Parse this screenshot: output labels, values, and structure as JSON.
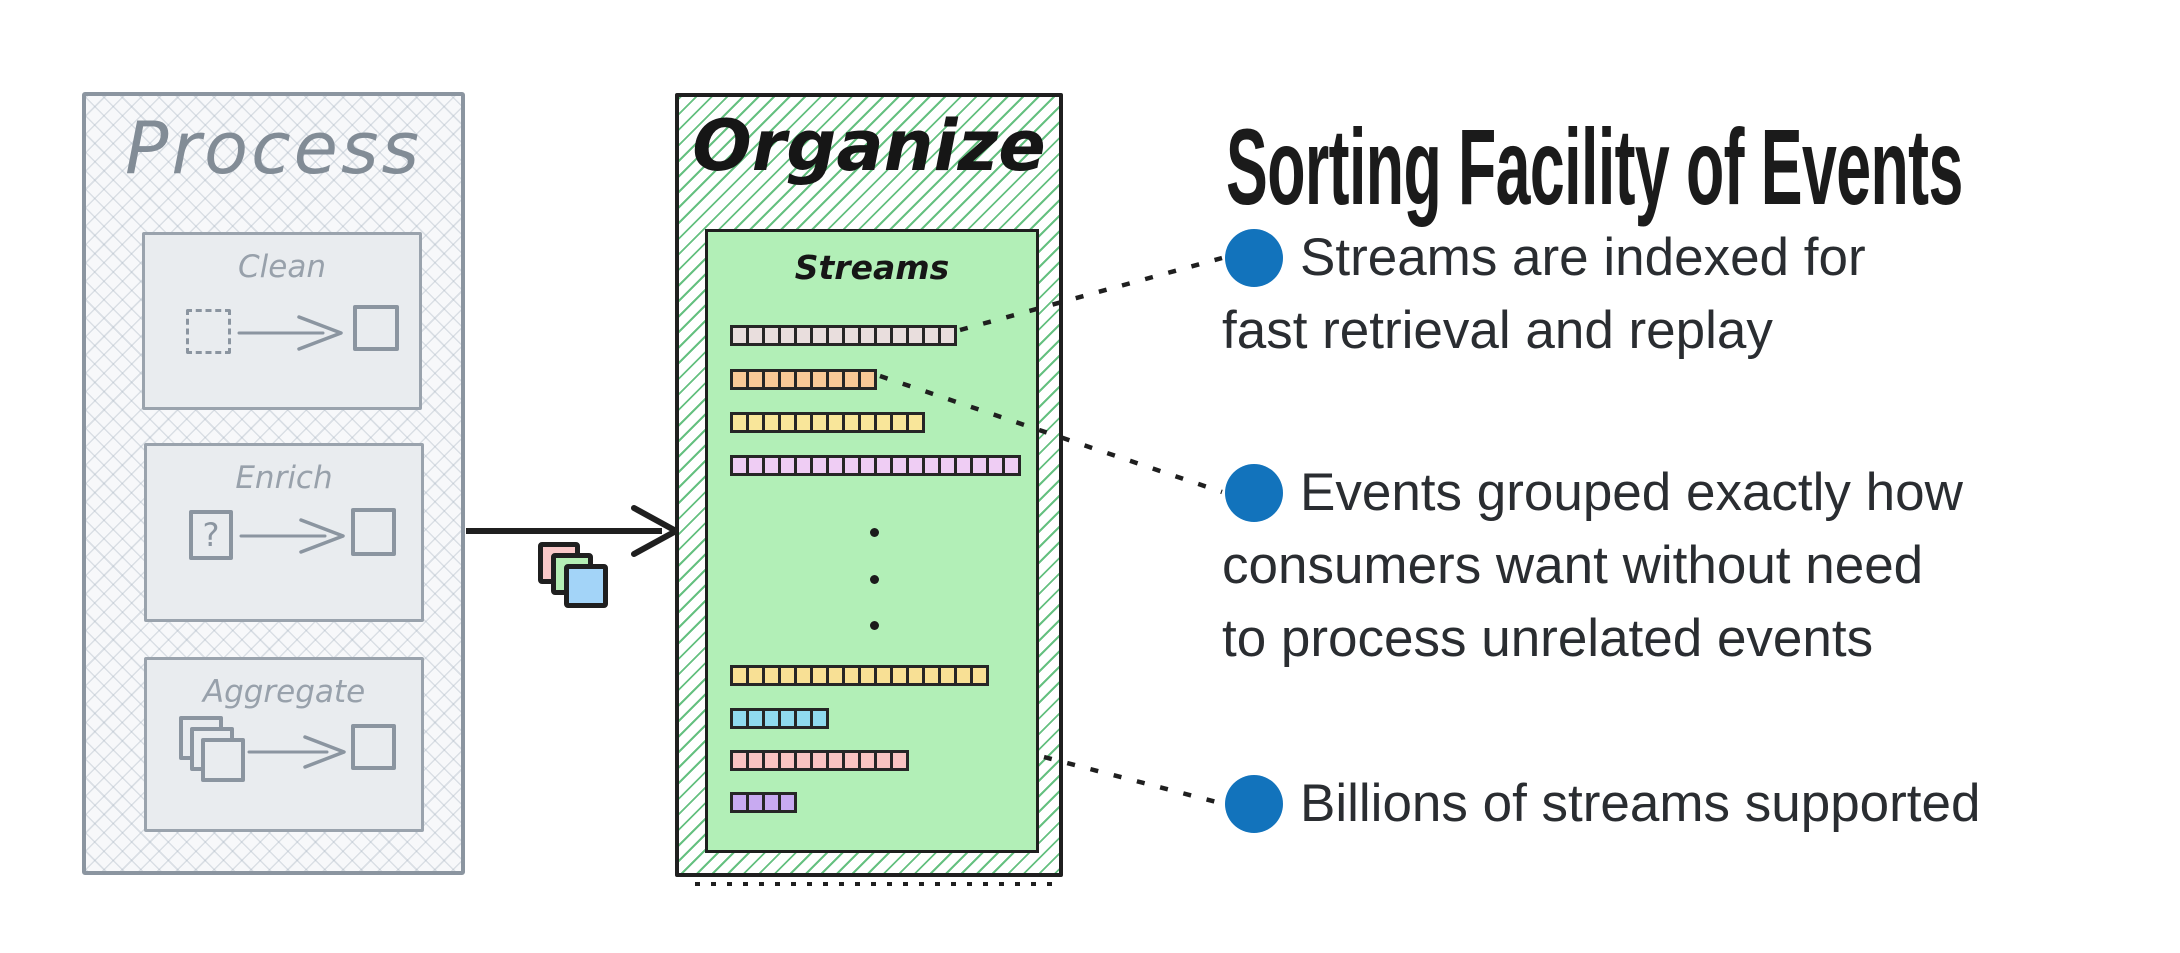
{
  "palette": {
    "bullet_blue": "#1273bc",
    "sketch_gray": "#8b95a0",
    "streams_green": "#b2efb7",
    "hatch_green": "#3aaf5c",
    "ink_black": "#1f1f1f"
  },
  "process": {
    "title": "Process",
    "steps": [
      {
        "label": "Clean"
      },
      {
        "label": "Enrich",
        "icon_text": "?"
      },
      {
        "label": "Aggregate"
      }
    ]
  },
  "flow": {
    "stack_colors": [
      "#f9c8c8",
      "#b4eeb4",
      "#a3d4f8"
    ]
  },
  "organize": {
    "title": "Organize",
    "streams": {
      "title": "Streams",
      "bars": [
        {
          "segments": 14,
          "color": "#e9dedd"
        },
        {
          "segments": 9,
          "color": "#f8c997"
        },
        {
          "segments": 12,
          "color": "#f9e69a"
        },
        {
          "segments": 18,
          "color": "#efcdf4"
        },
        {
          "segments": 16,
          "color": "#f8e095"
        },
        {
          "segments": 6,
          "color": "#90daee"
        },
        {
          "segments": 11,
          "color": "#f9c4c2"
        },
        {
          "segments": 4,
          "color": "#c8aaf1"
        }
      ]
    }
  },
  "annotations": {
    "title": "Sorting Facility of Events",
    "bullets": [
      {
        "line1": "Streams are indexed for",
        "line2": "fast retrieval and replay"
      },
      {
        "line1": "Events grouped exactly how",
        "line2": "consumers want without need",
        "line3": "to process unrelated events"
      },
      {
        "line1": "Billions of streams supported"
      }
    ]
  }
}
